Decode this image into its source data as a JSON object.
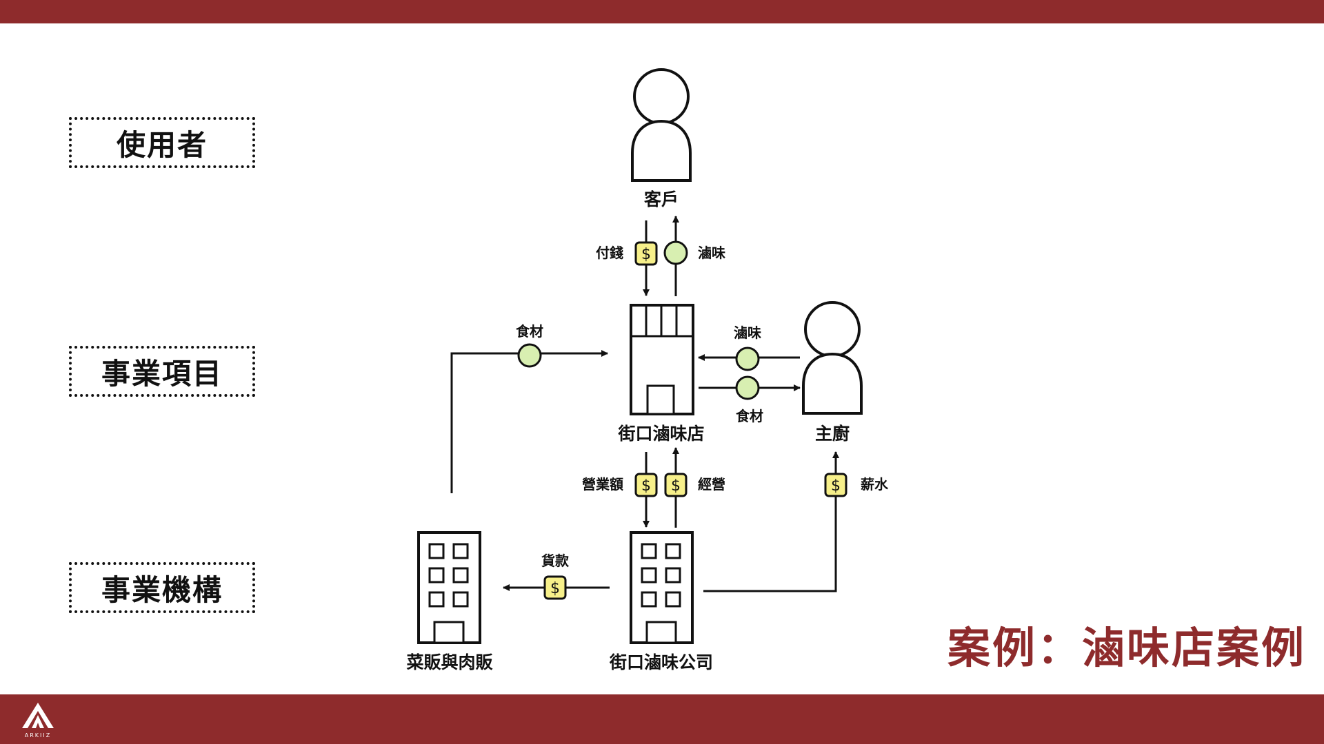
{
  "colors": {
    "brand": "#8E2B2C",
    "money": "#F7F08A",
    "goods": "#D8EFB1",
    "stroke": "#111111"
  },
  "levels": {
    "user": "使用者",
    "business": "事業項目",
    "organization": "事業機構"
  },
  "case_title": "案例：滷味店案例",
  "logo_text": "ARKIIZ",
  "nodes": {
    "customer": "客戶",
    "shop": "街口滷味店",
    "chef": "主廚",
    "supplier": "菜販與肉販",
    "company": "街口滷味公司"
  },
  "flows": {
    "pay": "付錢",
    "braised_food": "滷味",
    "ingredients_in": "食材",
    "chef_braised": "滷味",
    "chef_ingredients": "食材",
    "revenue": "營業額",
    "operation": "經營",
    "salary": "薪水",
    "goods_payment": "貨款"
  },
  "icons": {
    "money": "dollar-icon",
    "goods": "goods-circle-icon",
    "person": "person-icon",
    "store": "store-icon",
    "building": "building-icon"
  }
}
